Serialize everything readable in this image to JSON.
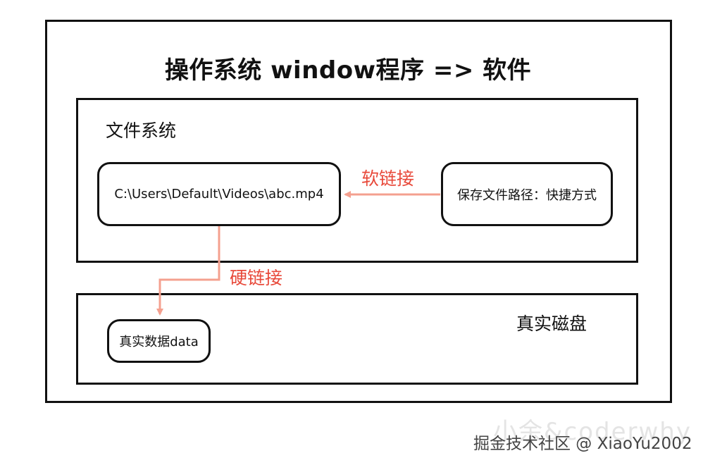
{
  "title": "操作系统 window程序 => 软件",
  "file_system": {
    "label": "文件系统",
    "path_node": "C:\\Users\\Default\\Videos\\abc.mp4",
    "shortcut_node": "保存文件路径：快捷方式"
  },
  "disk": {
    "label": "真实磁盘",
    "data_node": "真实数据data"
  },
  "links": {
    "soft": "软链接",
    "hard": "硬链接",
    "color": "#f4a08f"
  },
  "watermark": {
    "faint": "小余&coderwhy",
    "text": "掘金技术社区 @ XiaoYu2002"
  }
}
